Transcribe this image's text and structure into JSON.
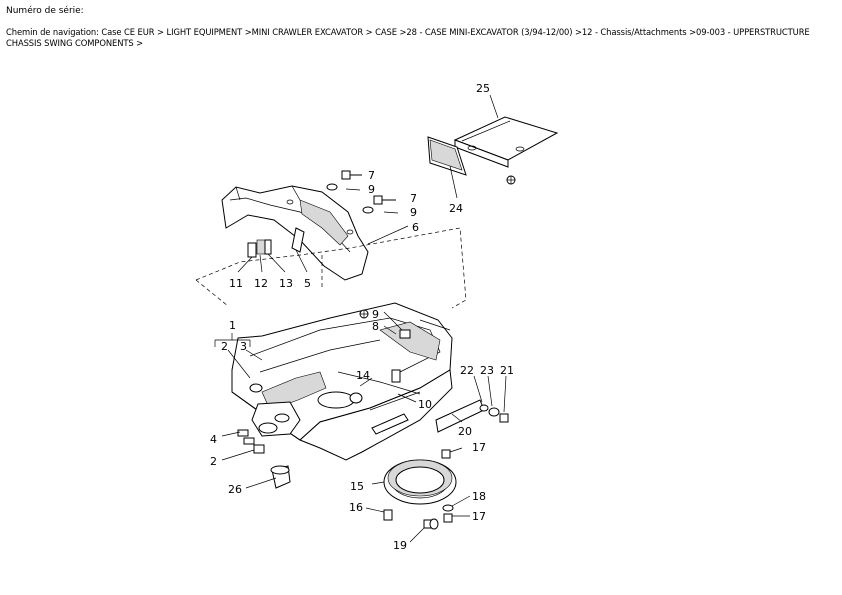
{
  "header": {
    "serial_label": "Numéro de série:",
    "breadcrumb": "Chemin de navigation: Case CE EUR > LIGHT EQUIPMENT >MINI CRAWLER EXCAVATOR > CASE >28 - CASE MINI-EXCAVATOR (3/94-12/00) >12 - Chassis/Attachments >09-003 - UPPERSTRUCTURE CHASSIS SWING COMPONENTS >"
  },
  "callouts": {
    "c25": "25",
    "c24": "24",
    "c7a": "7",
    "c9a": "9",
    "c7b": "7",
    "c9b": "9",
    "c6": "6",
    "c11": "11",
    "c12": "12",
    "c13": "13",
    "c5": "5",
    "c1": "1",
    "c2a": "2",
    "c3": "3",
    "c9c": "9",
    "c8": "8",
    "c14": "14",
    "c10": "10",
    "c22": "22",
    "c23": "23",
    "c21": "21",
    "c20": "20",
    "c4": "4",
    "c2b": "2",
    "c26": "26",
    "c17a": "17",
    "c15": "15",
    "c18": "18",
    "c17b": "17",
    "c16": "16",
    "c19": "19"
  }
}
